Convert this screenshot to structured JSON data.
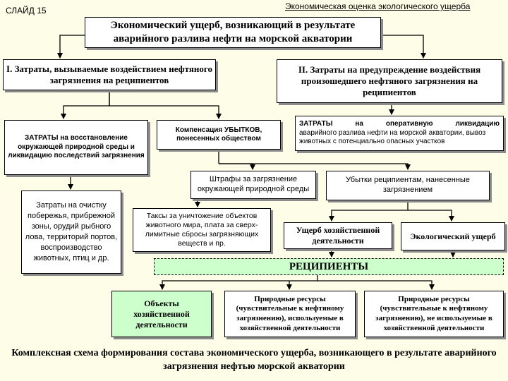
{
  "header": {
    "slide_label": "СЛАЙД 15",
    "topic": "Экономическая оценка экологического ущерба"
  },
  "diagram": {
    "root": "Экономический ущерб, возникающий в результате аварийного разлива нефти на морской акватории",
    "branch1": "I. Затраты, вызываемые воздействием нефтяного загрязнения на реципиентов",
    "branch2": "II. Затраты на предупреждение воздействия произошедшего нефтяного загрязнения на реципиентов",
    "restoration": "ЗАТРАТЫ на восстановление окружающей природной среды и ликвидацию последствий загрязнения",
    "compensation": "Компенсация УБЫТКОВ, понесенных обществом",
    "operative_a": "ЗАТРАТЫ на оперативную ликвидацию",
    "operative_b": "аварийного разлива нефти на морской акватории, вывоз животных с потенциально опасных участков",
    "cleanup": "Затраты на очистку побережья, прибрежной зоны, орудий рыбного лова, территорий портов, воспроизводство животных, птиц и др.",
    "fines": "Штрафы за загрязнение окружающей природной среды",
    "recipient_losses": "Убытки реципиентам, нанесенные загрязнением",
    "taxes": "Таксы за уничтожение объектов животного мира, плата за сверх-лимитные сбросы загрязняющих веществ и пр.",
    "economic_damage": "Ущерб хозяйственной деятельности",
    "ecological_damage": "Экологический ущерб",
    "recipients": "РЕЦИПИЕНТЫ",
    "objects": "Объекты хозяйственной деятельности",
    "resources_used": "Природные ресурсы (чувствительные к нефтяному загрязнению), используемые в хозяйственной деятельности",
    "resources_unused": "Природные ресурсы (чувствительные к нефтяному загрязнению), не используемые в хозяйственной деятельности"
  },
  "caption": "Комплексная схема формирования состава экономического ущерба, возникающего в результате аварийного загрязнения нефтью морской акватории",
  "colors": {
    "background": "#fdfde8",
    "recipients_fill": "#ccffcc",
    "shadow": "#8c8c8c"
  }
}
